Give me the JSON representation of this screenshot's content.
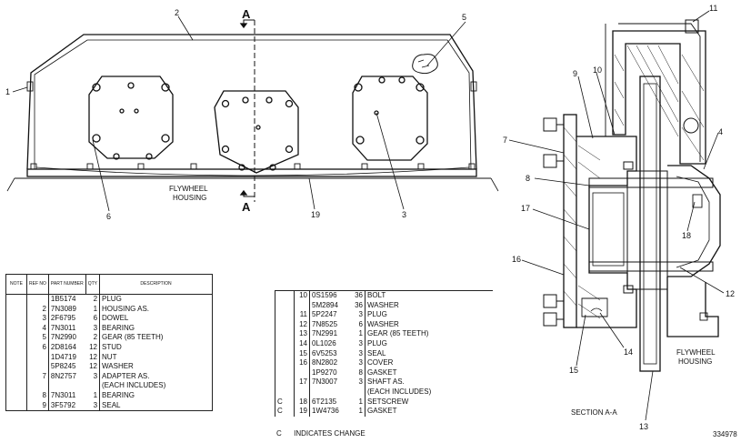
{
  "callouts": {
    "c1": "1",
    "c2": "2",
    "c3": "3",
    "c4": "4",
    "c5": "5",
    "c6": "6",
    "c7": "7",
    "c8": "8",
    "c9": "9",
    "c10": "10",
    "c11": "11",
    "c12": "12",
    "c13": "13",
    "c14": "14",
    "c15": "15",
    "c16": "16",
    "c17": "17",
    "c18": "18",
    "c19": "19"
  },
  "section_marker": "A",
  "flywheel_label": {
    "line1": "FLYWHEEL",
    "line2": "HOUSING"
  },
  "section_caption": "SECTION  A-A",
  "figure_number": "334978",
  "left_table": {
    "headers": {
      "note": "NOTE",
      "ref": "REF NO",
      "part": "PART NUMBER",
      "qty": "QTY",
      "desc": "DESCRIPTION"
    },
    "rows": [
      {
        "note": "",
        "ref": "",
        "part": "1B5174",
        "qty": "2",
        "desc": "PLUG"
      },
      {
        "note": "",
        "ref": "2",
        "part": "7N3089",
        "qty": "1",
        "desc": "HOUSING AS."
      },
      {
        "note": "",
        "ref": "3",
        "part": "2F6795",
        "qty": "6",
        "desc": "  DOWEL"
      },
      {
        "note": "",
        "ref": "4",
        "part": "7N3011",
        "qty": "3",
        "desc": "  BEARING"
      },
      {
        "note": "",
        "ref": "5",
        "part": "7N2990",
        "qty": "2",
        "desc": "GEAR (85 TEETH)"
      },
      {
        "note": "",
        "ref": "6",
        "part": "2D8164",
        "qty": "12",
        "desc": "STUD"
      },
      {
        "note": "",
        "ref": "",
        "part": "1D4719",
        "qty": "12",
        "desc": "NUT"
      },
      {
        "note": "",
        "ref": "",
        "part": "5P8245",
        "qty": "12",
        "desc": "WASHER"
      },
      {
        "note": "",
        "ref": "7",
        "part": "8N2757",
        "qty": "3",
        "desc": "ADAPTER AS."
      },
      {
        "note": "",
        "ref": "",
        "part": "",
        "qty": "",
        "desc": "  (EACH INCLUDES)"
      },
      {
        "note": "",
        "ref": "8",
        "part": "7N3011",
        "qty": "1",
        "desc": "  BEARING"
      },
      {
        "note": "",
        "ref": "9",
        "part": "3F5792",
        "qty": "3",
        "desc": "SEAL"
      }
    ]
  },
  "right_table": {
    "rows": [
      {
        "note": "",
        "ref": "10",
        "part": "0S1596",
        "qty": "36",
        "desc": "BOLT"
      },
      {
        "note": "",
        "ref": "",
        "part": "5M2894",
        "qty": "36",
        "desc": "WASHER"
      },
      {
        "note": "",
        "ref": "11",
        "part": "5P2247",
        "qty": "3",
        "desc": "PLUG"
      },
      {
        "note": "",
        "ref": "12",
        "part": "7N8525",
        "qty": "6",
        "desc": "WASHER"
      },
      {
        "note": "",
        "ref": "13",
        "part": "7N2991",
        "qty": "1",
        "desc": "GEAR (85 TEETH)"
      },
      {
        "note": "",
        "ref": "14",
        "part": "0L1026",
        "qty": "3",
        "desc": "PLUG"
      },
      {
        "note": "",
        "ref": "15",
        "part": "6V5253",
        "qty": "3",
        "desc": "SEAL"
      },
      {
        "note": "",
        "ref": "16",
        "part": "8N2802",
        "qty": "3",
        "desc": "COVER"
      },
      {
        "note": "",
        "ref": "",
        "part": "1P9270",
        "qty": "8",
        "desc": "GASKET"
      },
      {
        "note": "",
        "ref": "17",
        "part": "7N3007",
        "qty": "3",
        "desc": "SHAFT AS."
      },
      {
        "note": "",
        "ref": "",
        "part": "",
        "qty": "",
        "desc": "  (EACH INCLUDES)"
      },
      {
        "note": "C",
        "ref": "18",
        "part": "6T2135",
        "qty": "1",
        "desc": "  SETSCREW"
      },
      {
        "note": "C",
        "ref": "19",
        "part": "1W4736",
        "qty": "1",
        "desc": "GASKET"
      }
    ],
    "legend": {
      "symbol": "C",
      "text": "INDICATES CHANGE"
    }
  }
}
